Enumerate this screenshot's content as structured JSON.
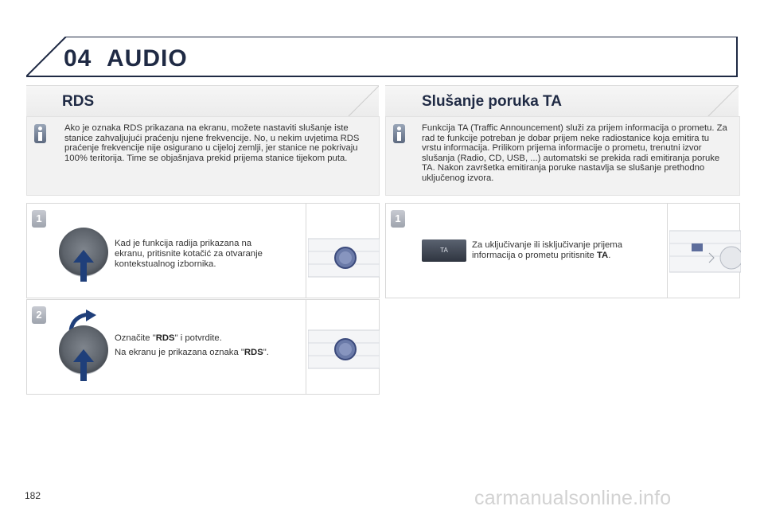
{
  "header": {
    "chapter_number": "04",
    "chapter_title": "AUDIO"
  },
  "left": {
    "section_title": "RDS",
    "info_text": "Ako je oznaka RDS prikazana na ekranu, možete nastaviti slušanje iste stanice zahvaljujući praćenju njene frekvencije. No, u nekim uvjetima RDS praćenje frekvencije nije osigurano u cijeloj zemlji, jer stanice ne pokrivaju 100% teritorija. Time se objašnjava prekid prijema stanice tijekom puta.",
    "step1": {
      "badge": "1",
      "text": "Kad je funkcija radija prikazana na ekranu, pritisnite kotačić za otvaranje kontekstualnog izbornika."
    },
    "step2": {
      "badge": "2",
      "line1_pre": "Označite \"",
      "line1_bold": "RDS",
      "line1_post": "\" i potvrdite.",
      "line2_pre": "Na ekranu je prikazana oznaka \"",
      "line2_bold": "RDS",
      "line2_post": "\"."
    }
  },
  "right": {
    "section_title": "Slušanje poruka TA",
    "info_text": "Funkcija TA (Traffic Announcement) služi za prijem informacija o prometu. Za rad te funkcije potreban je dobar prijem neke radiostanice koja emitira tu vrstu informacija. Prilikom prijema informacije o prometu, trenutni izvor slušanja (Radio, CD, USB, ...) automatski se prekida radi emitiranja poruke TA. Nakon završetka emitiranja poruke nastavlja se slušanje prethodno uključenog izvora.",
    "step1": {
      "badge": "1",
      "button_label": "TA",
      "text_pre": "Za uključivanje ili isključivanje prijema informacija o prometu pritisnite ",
      "text_bold": "TA",
      "text_post": "."
    }
  },
  "footer": {
    "page_number": "182",
    "watermark": "carmanualsonline.info"
  }
}
